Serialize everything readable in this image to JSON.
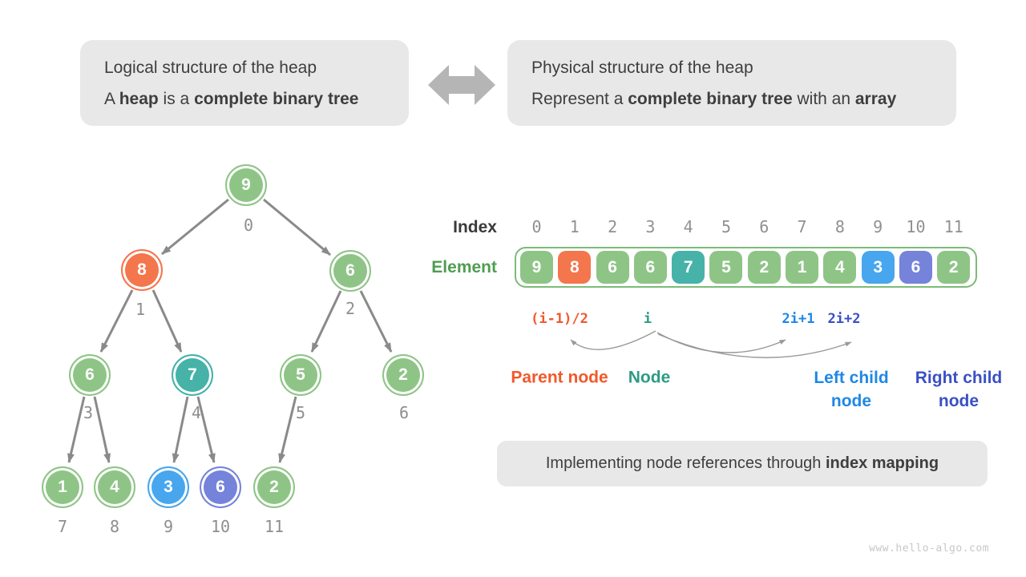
{
  "title_boxes": {
    "logical": {
      "line1": "Logical structure of the heap",
      "line2": [
        {
          "t": "A ",
          "b": false
        },
        {
          "t": "heap",
          "b": true
        },
        {
          "t": " is a ",
          "b": false
        },
        {
          "t": "complete binary tree",
          "b": true
        }
      ]
    },
    "physical": {
      "line1": "Physical structure of the heap",
      "line2": [
        {
          "t": "Represent a ",
          "b": false
        },
        {
          "t": "complete binary tree",
          "b": true
        },
        {
          "t": " with an ",
          "b": false
        },
        {
          "t": "array",
          "b": true
        }
      ]
    }
  },
  "tree": {
    "nodes": [
      {
        "value": "9",
        "index": "0",
        "color": "green"
      },
      {
        "value": "8",
        "index": "1",
        "color": "orange"
      },
      {
        "value": "6",
        "index": "2",
        "color": "green"
      },
      {
        "value": "6",
        "index": "3",
        "color": "green"
      },
      {
        "value": "7",
        "index": "4",
        "color": "teal"
      },
      {
        "value": "5",
        "index": "5",
        "color": "green"
      },
      {
        "value": "2",
        "index": "6",
        "color": "green"
      },
      {
        "value": "1",
        "index": "7",
        "color": "green"
      },
      {
        "value": "4",
        "index": "8",
        "color": "green"
      },
      {
        "value": "3",
        "index": "9",
        "color": "blue"
      },
      {
        "value": "6",
        "index": "10",
        "color": "indigo"
      },
      {
        "value": "2",
        "index": "11",
        "color": "green"
      }
    ],
    "edges": [
      [
        0,
        1
      ],
      [
        0,
        2
      ],
      [
        1,
        3
      ],
      [
        1,
        4
      ],
      [
        2,
        5
      ],
      [
        2,
        6
      ],
      [
        3,
        7
      ],
      [
        3,
        8
      ],
      [
        4,
        9
      ],
      [
        4,
        10
      ],
      [
        5,
        11
      ]
    ]
  },
  "array": {
    "index_label": "Index",
    "element_label": "Element",
    "indices": [
      "0",
      "1",
      "2",
      "3",
      "4",
      "5",
      "6",
      "7",
      "8",
      "9",
      "10",
      "11"
    ],
    "cells": [
      {
        "v": "9",
        "color": "green"
      },
      {
        "v": "8",
        "color": "orange"
      },
      {
        "v": "6",
        "color": "green"
      },
      {
        "v": "6",
        "color": "green"
      },
      {
        "v": "7",
        "color": "teal"
      },
      {
        "v": "5",
        "color": "green"
      },
      {
        "v": "2",
        "color": "green"
      },
      {
        "v": "1",
        "color": "green"
      },
      {
        "v": "4",
        "color": "green"
      },
      {
        "v": "3",
        "color": "blue"
      },
      {
        "v": "6",
        "color": "indigo"
      },
      {
        "v": "2",
        "color": "green"
      }
    ]
  },
  "formulas": {
    "parent": "(i-1)/2",
    "node": "i",
    "left_child": "2i+1",
    "right_child": "2i+2",
    "parent_label": "Parent node",
    "node_label": "Node",
    "left_child_label": "Left child node",
    "right_child_label": "Right child node"
  },
  "caption": [
    {
      "t": "Implementing node references through ",
      "b": false
    },
    {
      "t": "index mapping",
      "b": true
    }
  ],
  "watermark": "www.hello-algo.com",
  "palette": {
    "node_green": "#8FC487",
    "node_orange": "#F3764D",
    "node_teal": "#46B2A8",
    "node_blue": "#47A6EE",
    "node_indigo": "#7583DA",
    "tree_edge_gray": "#8A8A8A",
    "index_gray": "#909090",
    "box_gray": "#E8E8E8",
    "text_dark": "#3E3E3E",
    "formula_orange": "#F1582B",
    "formula_teal": "#2E9B84",
    "formula_blue": "#1E88E5",
    "formula_indigo": "#3A50C4",
    "element_label_green": "#4F9D51",
    "array_border_green": "#7CBB78",
    "double_arrow_gray": "#B5B5B5",
    "watermark_gray": "#C4C8CC"
  }
}
